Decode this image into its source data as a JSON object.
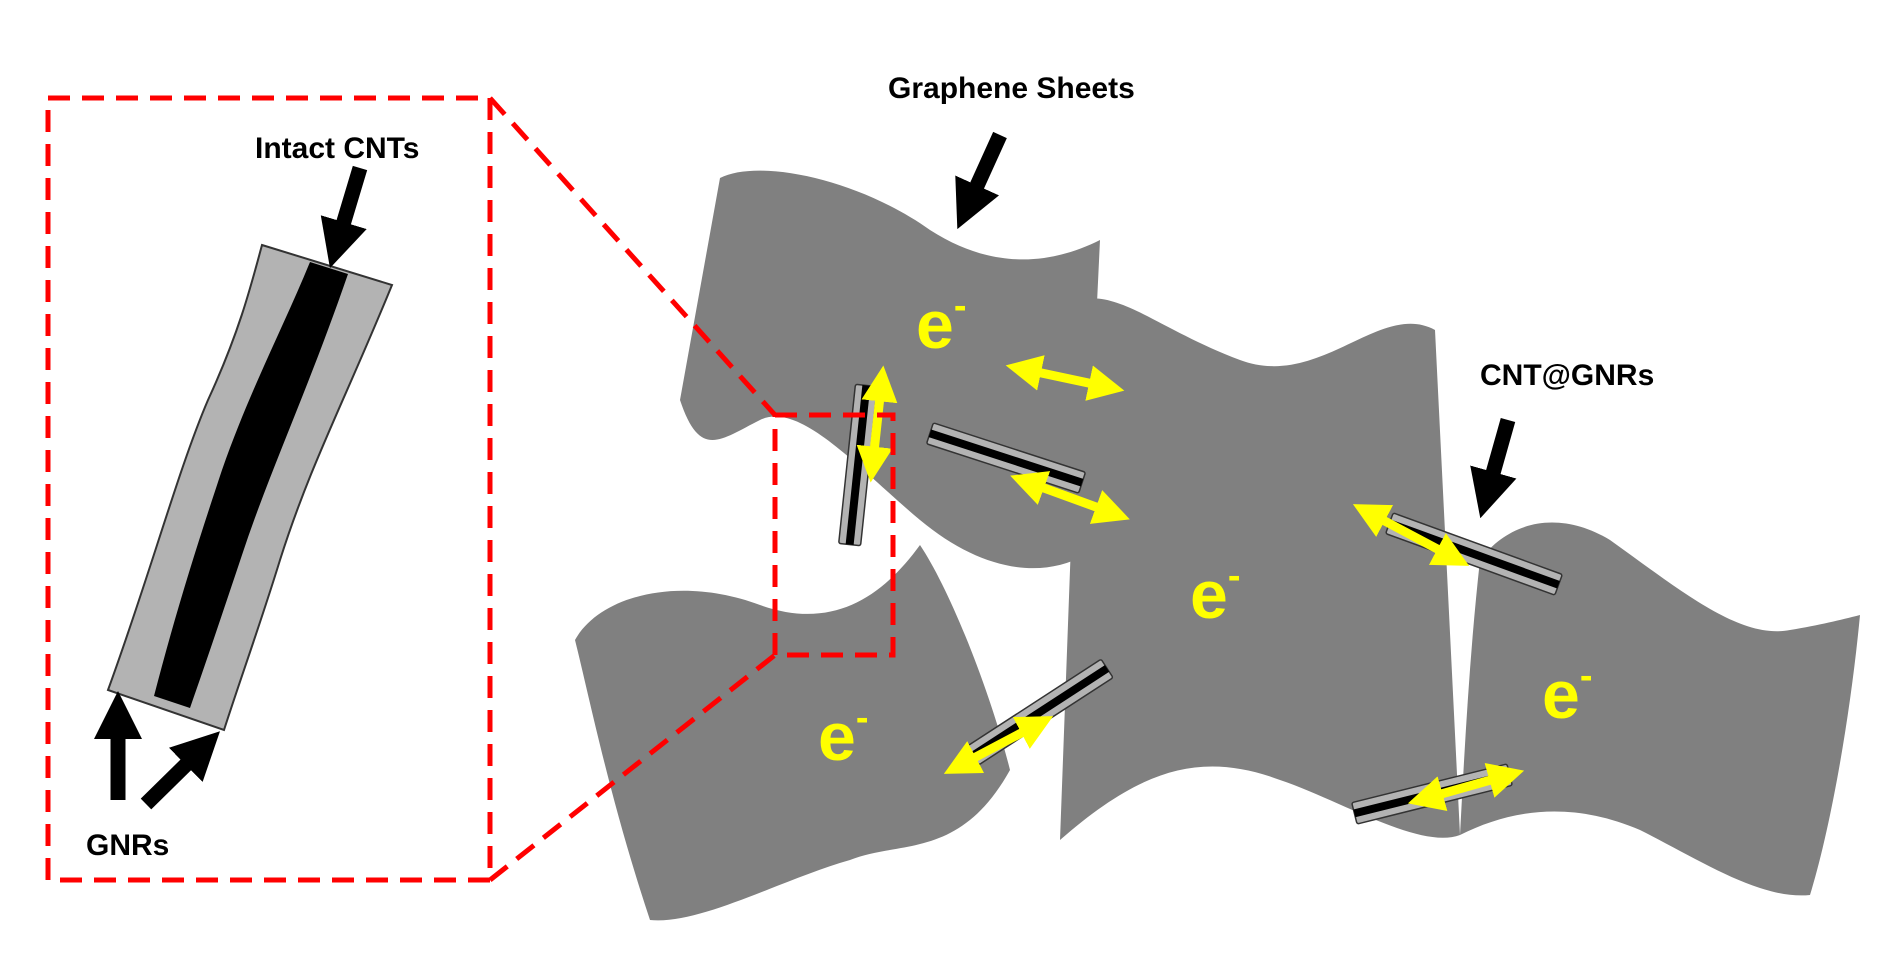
{
  "labels": {
    "graphene_sheets": "Graphene Sheets",
    "intact_cnts": "Intact CNTs",
    "cnt_gnrs": "CNT@GNRs",
    "gnrs": "GNRs",
    "electron": "e",
    "electron_sup": "-"
  },
  "colors": {
    "sheet": "#808080",
    "gnr_layer": "#b3b3b3",
    "cnt_core": "#000000",
    "electron": "#ffff00",
    "zoom_box": "#ff0000",
    "arrow": "#000000",
    "background": "#ffffff"
  },
  "icons": {
    "pointer_arrow": "black-arrow-icon",
    "electron_transfer": "yellow-double-arrow-icon"
  }
}
